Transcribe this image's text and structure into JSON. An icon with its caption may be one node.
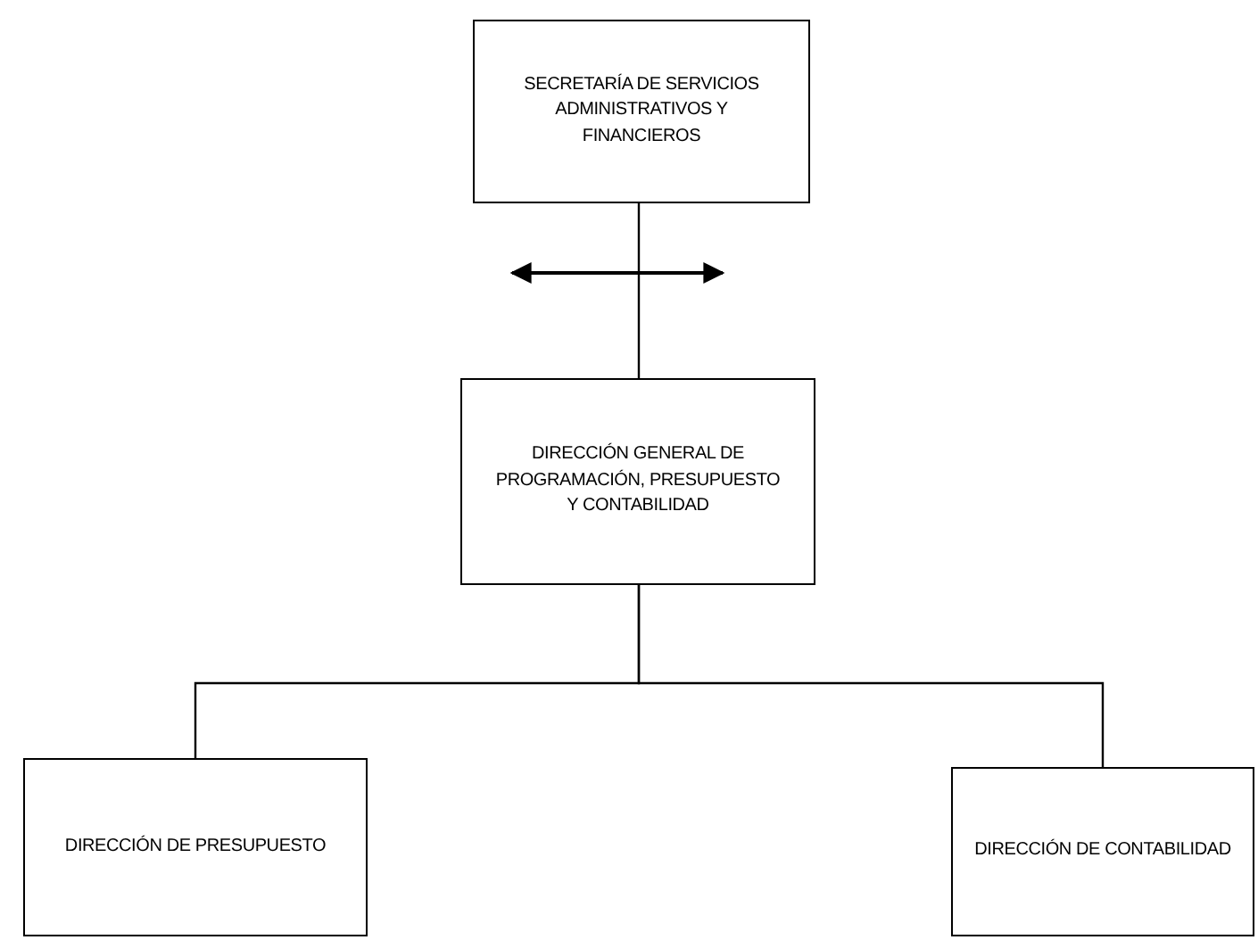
{
  "diagram": {
    "nodes": [
      {
        "text": [
          "SECRETARÍA DE SERVICIOS ADMINISTRATIVOS Y FINANCIEROS"
        ]
      },
      {
        "text": [
          "DIRECCIÓN GENERAL DE PROGRAMACIÓN, PRESUPUESTO Y CONTABILIDAD"
        ]
      },
      {
        "text": [
          "DIRECCIÓN DE PRESUPUESTO"
        ]
      },
      {
        "text": [
          "DIRECCIÓN DE CONTABILIDAD"
        ]
      }
    ],
    "edges": [
      {
        "from": 0,
        "to": 1,
        "arrow": "none"
      },
      {
        "from": 1,
        "to": 2,
        "arrow": "none"
      },
      {
        "from": 1,
        "to": 3,
        "arrow": "none"
      }
    ]
  }
}
